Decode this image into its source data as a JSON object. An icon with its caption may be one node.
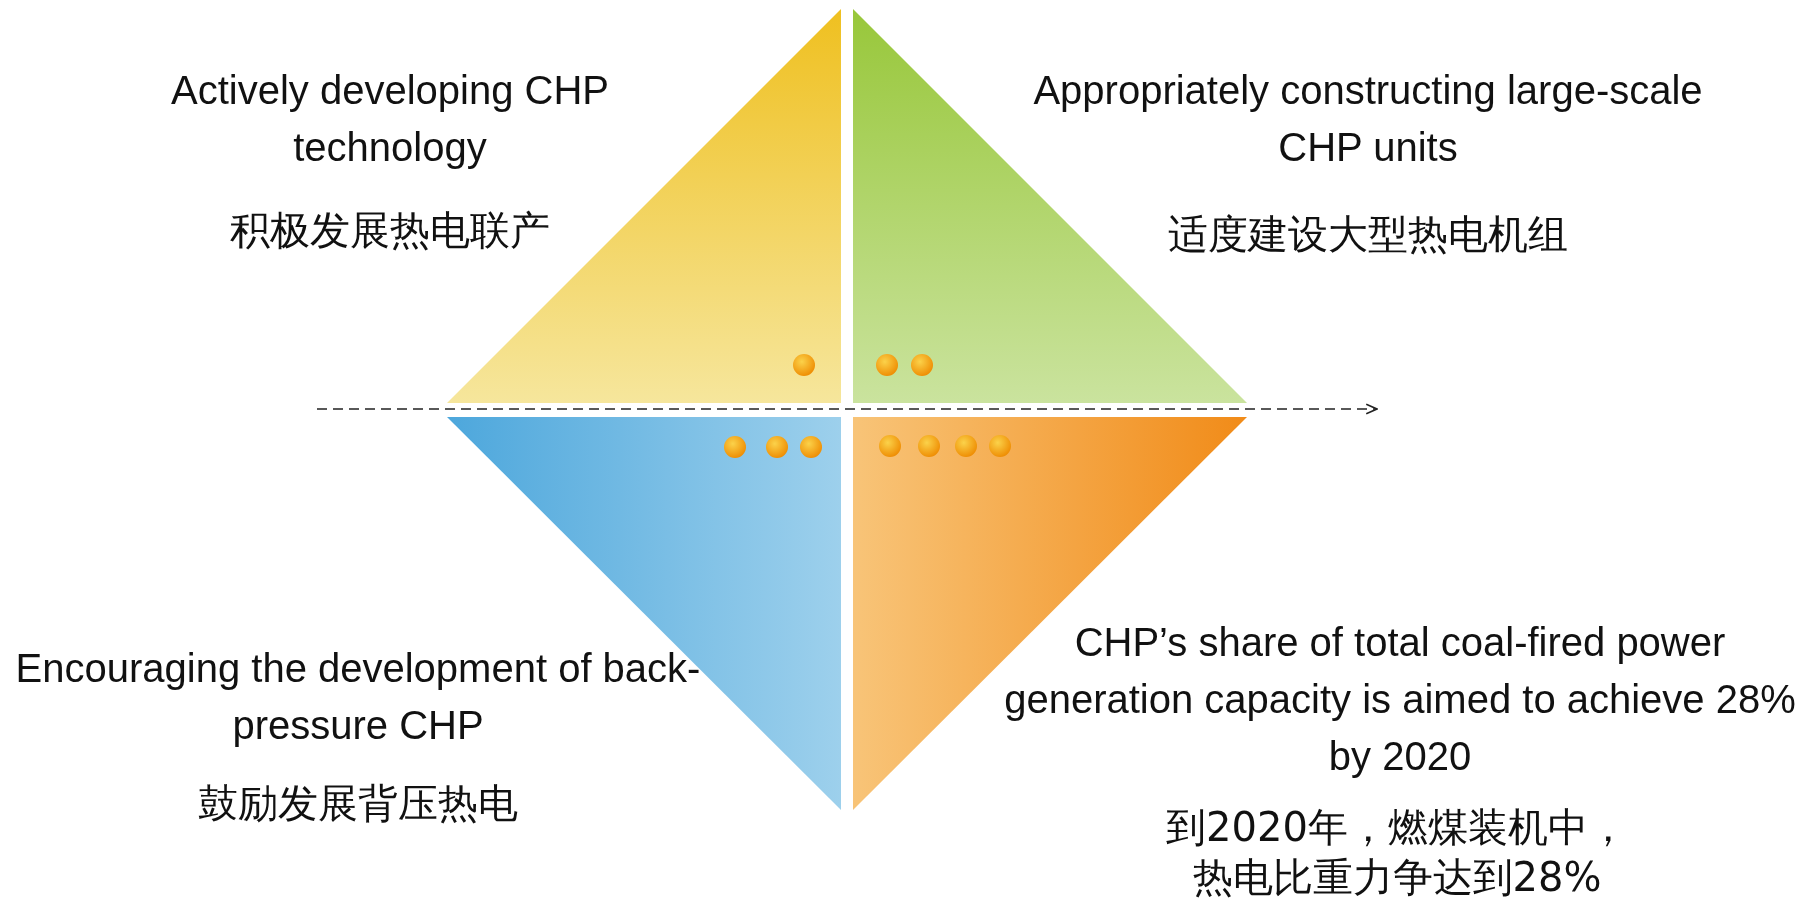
{
  "diagram": {
    "nodes": [
      {
        "text": [
          "Actively developing CHP technology",
          "积极发展热电联产"
        ]
      },
      {
        "text": [
          "Appropriately constructing large-scale CHP units",
          "适度建设大型热电机组"
        ]
      },
      {
        "text": [
          "Encouraging the development of back-pressure CHP",
          "鼓励发展背压热电"
        ]
      },
      {
        "text": [
          "CHP’s share of total coal-fired power generation capacity is aimed to achieve 28% by 2020",
          "到2020年，燃煤装机中，热电比重力争达到28%"
        ]
      }
    ]
  }
}
